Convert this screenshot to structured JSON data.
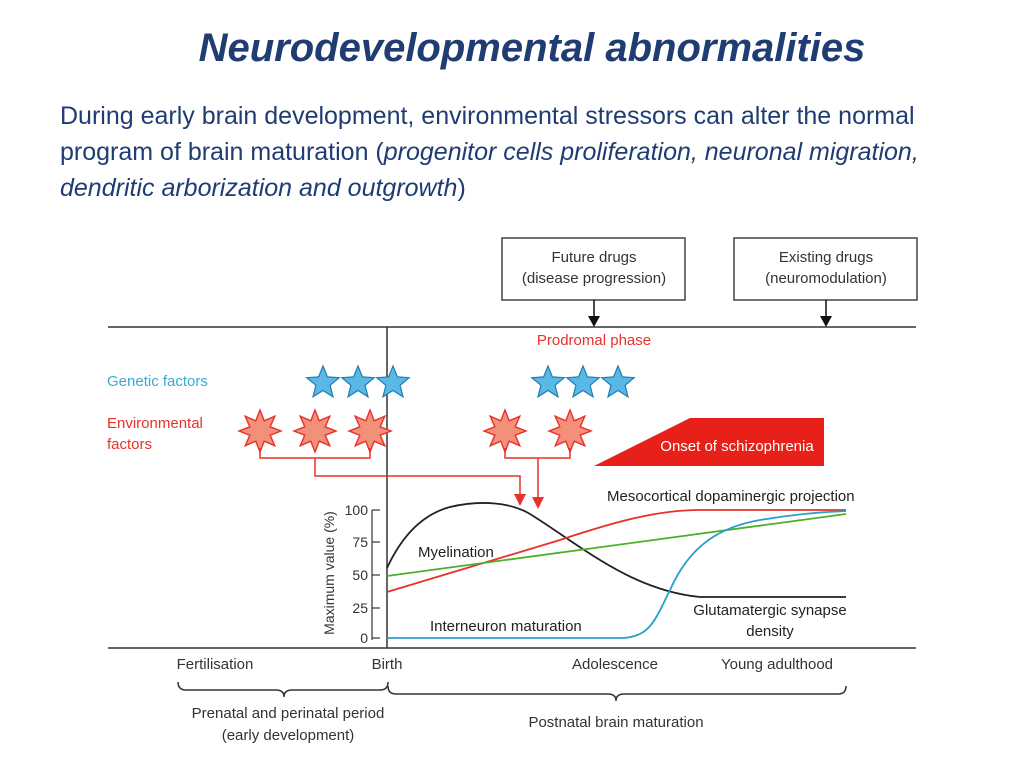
{
  "slide": {
    "title": "Neurodevelopmental abnormalities",
    "body_plain_1": "During early brain development, environmental stressors can alter the normal program of brain maturation (",
    "body_italic": "progenitor cells proliferation, neuronal migration, dendritic arborization and outgrowth",
    "body_plain_2": ")"
  },
  "diagram": {
    "box_future_line1": "Future drugs",
    "box_future_line2": "(disease progression)",
    "box_existing_line1": "Existing drugs",
    "box_existing_line2": "(neuromodulation)",
    "prodromal_phase": "Prodromal phase",
    "genetic_factors": "Genetic factors",
    "environmental_line1": "Environmental",
    "environmental_line2": "factors",
    "onset": "Onset of schizophrenia",
    "timeline": {
      "fertilisation": "Fertilisation",
      "birth": "Birth",
      "adolescence": "Adolescence",
      "young_adulthood": "Young adulthood",
      "prenatal_line1": "Prenatal and perinatal period",
      "prenatal_line2": "(early development)",
      "postnatal": "Postnatal brain maturation"
    },
    "colors": {
      "title_blue": "#1f3c73",
      "genetic_blue": "#3aa8d8",
      "environmental_red": "#e8312a",
      "star_blue_fill": "#5bb8e6",
      "star_red_fill": "#f2907a"
    },
    "icons": [
      "blue-star-icon",
      "red-star-icon",
      "down-arrow-icon"
    ]
  },
  "chart_data": {
    "type": "line",
    "ylabel": "Maximum value (%)",
    "yticks": [
      "100",
      "75",
      "50",
      "25",
      "0"
    ],
    "ylim": [
      0,
      100
    ],
    "series": [
      {
        "name": "Myelination",
        "color": "#222222"
      },
      {
        "name": "Mesocortical dopaminergic projection",
        "color": "#e8312a"
      },
      {
        "name": "",
        "color": "#4caf2a"
      },
      {
        "name": "Interneuron maturation",
        "color": "#2a9fc8"
      }
    ],
    "extra_label_line1": "Glutamatergic synapse",
    "extra_label_line2": "density"
  }
}
